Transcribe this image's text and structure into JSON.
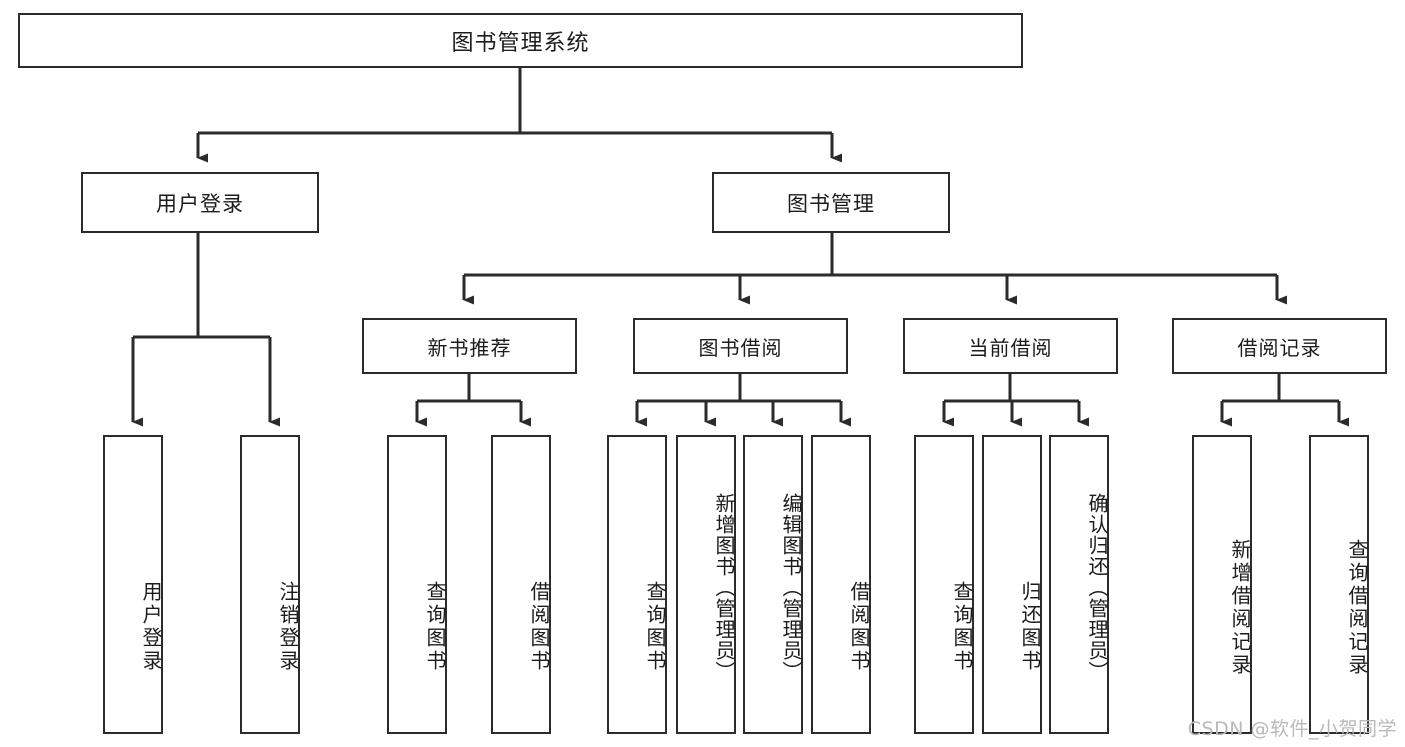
{
  "diagram": {
    "type": "tree",
    "title": "图书管理系统",
    "root": {
      "id": "root",
      "label": "图书管理系统"
    },
    "level1": [
      {
        "id": "user-login",
        "label": "用户登录"
      },
      {
        "id": "book-manage",
        "label": "图书管理"
      }
    ],
    "level2": [
      {
        "id": "new-book-recommend",
        "label": "新书推荐",
        "parent": "book-manage"
      },
      {
        "id": "book-borrow",
        "label": "图书借阅",
        "parent": "book-manage"
      },
      {
        "id": "current-borrow",
        "label": "当前借阅",
        "parent": "book-manage"
      },
      {
        "id": "borrow-record",
        "label": "借阅记录",
        "parent": "book-manage"
      }
    ],
    "leaves": [
      {
        "id": "leaf-user-login",
        "label": "用户登录",
        "parent": "user-login"
      },
      {
        "id": "leaf-logout",
        "label": "注销登录",
        "parent": "user-login"
      },
      {
        "id": "leaf-query-book-rec",
        "label": "查询图书",
        "parent": "new-book-recommend"
      },
      {
        "id": "leaf-borrow-book-rec",
        "label": "借阅图书",
        "parent": "new-book-recommend"
      },
      {
        "id": "leaf-query-book-borrow",
        "label": "查询图书",
        "parent": "book-borrow"
      },
      {
        "id": "leaf-add-book",
        "label": "新增图书（管理员）",
        "parent": "book-borrow"
      },
      {
        "id": "leaf-edit-book",
        "label": "编辑图书（管理员）",
        "parent": "book-borrow"
      },
      {
        "id": "leaf-borrow-book",
        "label": "借阅图书",
        "parent": "book-borrow"
      },
      {
        "id": "leaf-query-book-current",
        "label": "查询图书",
        "parent": "current-borrow"
      },
      {
        "id": "leaf-return-book",
        "label": "归还图书",
        "parent": "current-borrow"
      },
      {
        "id": "leaf-confirm-return",
        "label": "确认归还（管理员）",
        "parent": "current-borrow"
      },
      {
        "id": "leaf-add-record",
        "label": "新增借阅记录",
        "parent": "borrow-record"
      },
      {
        "id": "leaf-query-record",
        "label": "查询借阅记录",
        "parent": "borrow-record"
      }
    ],
    "colors": {
      "box_border": "#2b2b2b",
      "box_fill": "#ffffff",
      "connector": "#2b2b2b",
      "text": "#1c1c1c",
      "watermark": "#b9b9b9",
      "background": "#ffffff"
    }
  },
  "watermark": {
    "text": "CSDN @软件_小贺同学"
  }
}
